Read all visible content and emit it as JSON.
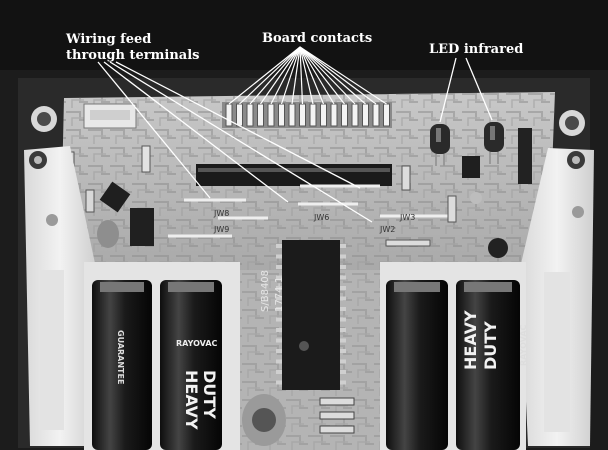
{
  "annotations": {
    "wiring_feed_line1": "Wiring feed",
    "wiring_feed_line2": "through terminals",
    "board_contacts": "Board contacts",
    "led_infrared": "LED infrared"
  },
  "chip": {
    "part_line1": "S/B8408",
    "part_line2": "1774-1"
  },
  "battery_print": {
    "brand": "RAYOVAC",
    "grade_line1": "HEAVY",
    "grade_line2": "DUTY",
    "guarantee": "GUARANTEE"
  },
  "board_silkscreen": {
    "jumpers": [
      "JW8",
      "JW9",
      "JW3",
      "JW6",
      "JW2"
    ]
  }
}
